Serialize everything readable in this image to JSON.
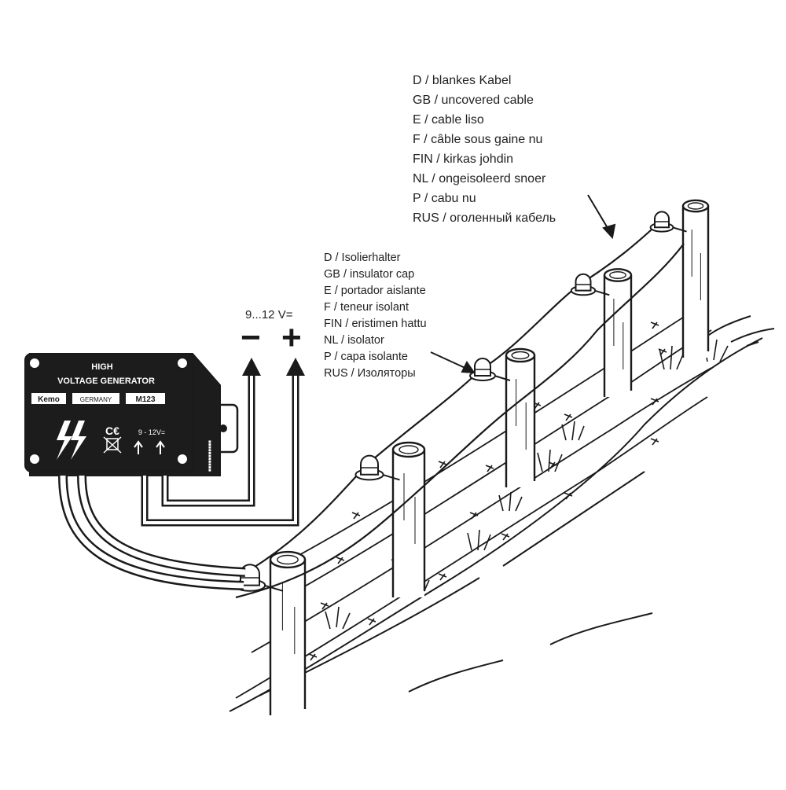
{
  "device": {
    "title_line1": "HIGH",
    "title_line2": "VOLTAGE GENERATOR",
    "brand": "Kemo",
    "country": "GERMANY",
    "model": "M123",
    "voltage": "9 - 12V="
  },
  "power": {
    "voltage_label": "9...12 V=",
    "minus": "−",
    "plus": "+"
  },
  "cable_labels": [
    "D / blankes Kabel",
    "GB / uncovered cable",
    "E / cable liso",
    "F / câble sous gaine nu",
    "FIN / kirkas johdin",
    "NL / ongeisoleerd snoer",
    "P / cabu nu",
    "RUS / оголенный кабель"
  ],
  "cap_labels": [
    "D / Isolierhalter",
    "GB / insulator cap",
    "E / portador aislante",
    "F / teneur isolant",
    "FIN / eristimen hattu",
    "NL / isolator",
    "P / capa isolante",
    "RUS / Изоляторы"
  ],
  "colors": {
    "ink": "#1a1a1a",
    "paper": "#ffffff",
    "device_body": "#1c1c1c"
  }
}
